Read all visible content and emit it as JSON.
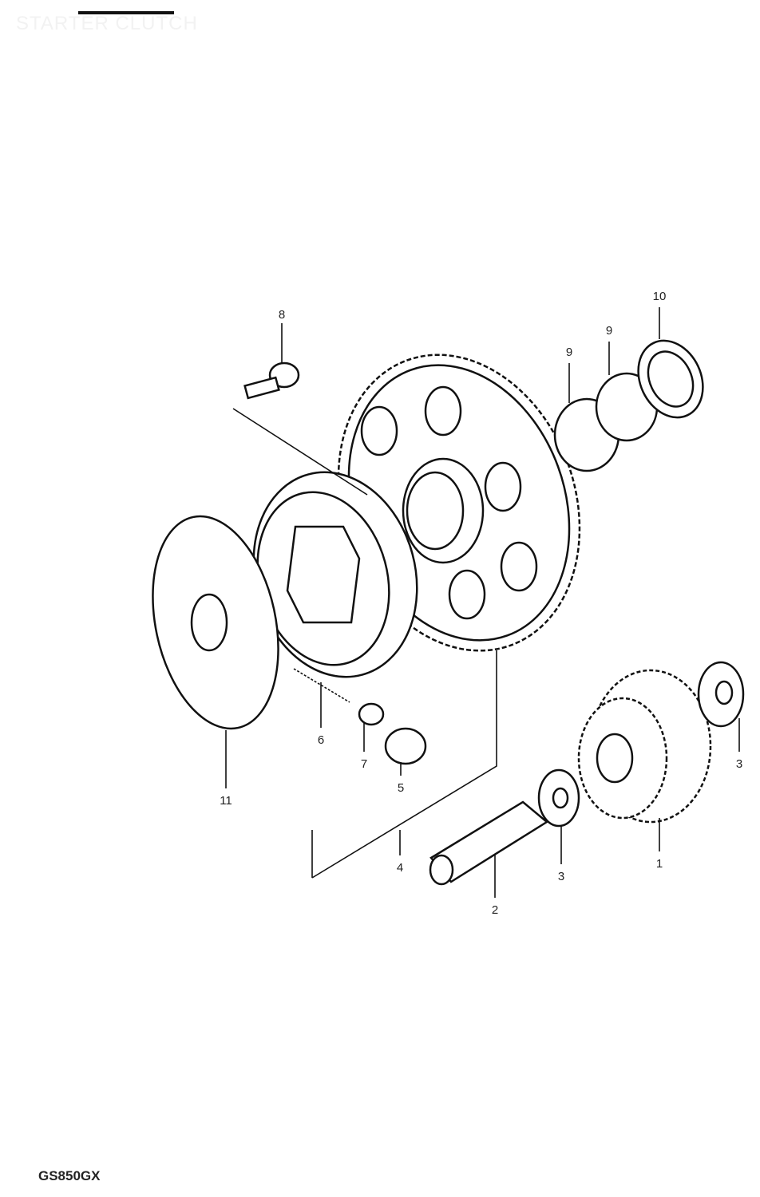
{
  "title": "STARTER CLUTCH",
  "footer": "GS850GX",
  "callouts": {
    "c1": "1",
    "c2": "2",
    "c3a": "3",
    "c3b": "3",
    "c4": "4",
    "c5": "5",
    "c6": "6",
    "c7": "7",
    "c8": "8",
    "c9a": "9",
    "c9b": "9",
    "c10": "10",
    "c11": "11"
  }
}
